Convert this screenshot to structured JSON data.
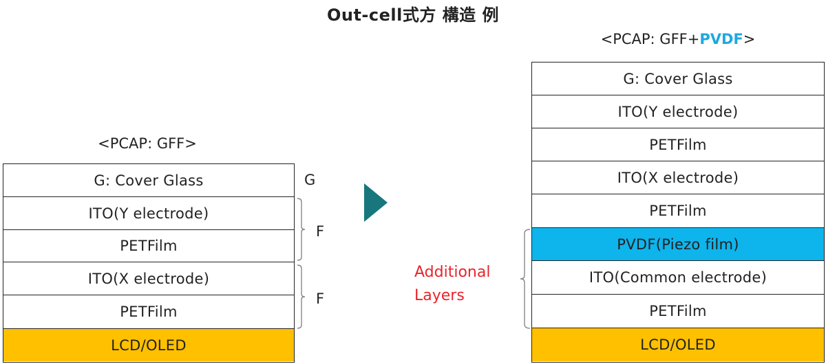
{
  "title": "Out-cell式方 構造 例",
  "colors": {
    "lcd": "#ffc000",
    "pvdf": "#0eb4ec",
    "accent_text": "#1ea8e0",
    "additional": "#e8242a",
    "arrow": "#17777d",
    "white": "#ffffff"
  },
  "left": {
    "header": "<PCAP: GFF>",
    "layers": [
      {
        "label": "G: Cover Glass",
        "kind": "normal"
      },
      {
        "label": "ITO(Y electrode)",
        "kind": "normal"
      },
      {
        "label": "PETFilm",
        "kind": "normal"
      },
      {
        "label": "ITO(X electrode)",
        "kind": "normal"
      },
      {
        "label": "PETFilm",
        "kind": "normal"
      },
      {
        "label": "LCD/OLED",
        "kind": "lcd"
      }
    ],
    "side_labels": {
      "g": "G",
      "f1": "F",
      "f2": "F"
    }
  },
  "right": {
    "header_prefix": "<PCAP: GFF+",
    "header_highlight": "PVDF",
    "header_suffix": ">",
    "layers": [
      {
        "label": "G: Cover Glass",
        "kind": "normal"
      },
      {
        "label": "ITO(Y electrode)",
        "kind": "normal"
      },
      {
        "label": "PETFilm",
        "kind": "normal"
      },
      {
        "label": "ITO(X electrode)",
        "kind": "normal"
      },
      {
        "label": "PETFilm",
        "kind": "normal"
      },
      {
        "label": "PVDF(Piezo film)",
        "kind": "pvdf"
      },
      {
        "label": "ITO(Common electrode)",
        "kind": "normal"
      },
      {
        "label": "PETFilm",
        "kind": "normal"
      },
      {
        "label": "LCD/OLED",
        "kind": "lcd"
      }
    ],
    "additional_label_line1": "Additional",
    "additional_label_line2": "Layers"
  }
}
